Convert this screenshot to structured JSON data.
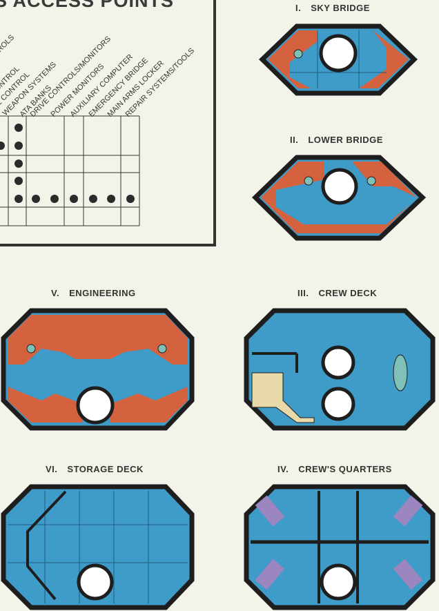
{
  "chart_title": "S ACCESS POINTS",
  "access_columns": [
    "ROLS",
    "T CONTROL",
    "GE CONTROL",
    "WEAPON SYSTEMS",
    "ATA BANKS",
    "DRIVE CONTROLS/MONITORS",
    "POWER MONITORS",
    "AUXILIARY COMPUTER",
    "EMERGENCY BRIDGE",
    "MAIN ARMS LOCKER",
    "REPAIR SYSTEMS/TOOLS"
  ],
  "decks": [
    {
      "numeral": "I.",
      "name": "SKY BRIDGE"
    },
    {
      "numeral": "II.",
      "name": "LOWER BRIDGE"
    },
    {
      "numeral": "III.",
      "name": "CREW DECK"
    },
    {
      "numeral": "IV.",
      "name": "CREW'S QUARTERS"
    },
    {
      "numeral": "V.",
      "name": "ENGINEERING"
    },
    {
      "numeral": "VI.",
      "name": "STORAGE DECK"
    }
  ],
  "colors": {
    "floor": "#3f9bc8",
    "hazard": "#d4623f",
    "wall": "#1e1e1e",
    "bunk": "#9b86c0",
    "paper": "#f4f3e9"
  }
}
